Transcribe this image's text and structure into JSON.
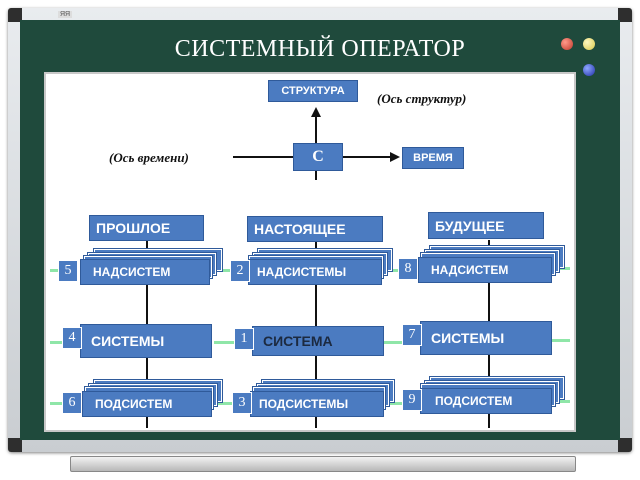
{
  "title": "СИСТЕМНЫЙ ОПЕРАТОР",
  "frame_label": "ЯЯ",
  "colors": {
    "board": "#1f4a3c",
    "box": "#4b7bc1",
    "accent_green": "#8fe6a8"
  },
  "axes": {
    "structure_label": "СТРУКТУРА",
    "structure_axis_note": "(Ось структур)",
    "time_label": "ВРЕМЯ",
    "time_axis_note": "(Ось времени)",
    "center_label": "С"
  },
  "columns": [
    {
      "heading": "ПРОШЛОЕ",
      "super": {
        "num": "5",
        "text": "НАДСИСТЕМ"
      },
      "sys": {
        "num": "4",
        "text": "СИСТЕМЫ"
      },
      "sub": {
        "num": "6",
        "text": "ПОДСИСТЕМ"
      }
    },
    {
      "heading": "НАСТОЯЩЕЕ",
      "super": {
        "num": "2",
        "text": "НАДСИСТЕМЫ"
      },
      "sys": {
        "num": "1",
        "text": "СИСТЕМА"
      },
      "sub": {
        "num": "3",
        "text": "ПОДСИСТЕМЫ"
      }
    },
    {
      "heading": "БУДУЩЕЕ",
      "super": {
        "num": "8",
        "text": "НАДСИСТЕМ"
      },
      "sys": {
        "num": "7",
        "text": "СИСТЕМЫ"
      },
      "sub": {
        "num": "9",
        "text": "ПОДСИСТЕМ"
      }
    }
  ]
}
